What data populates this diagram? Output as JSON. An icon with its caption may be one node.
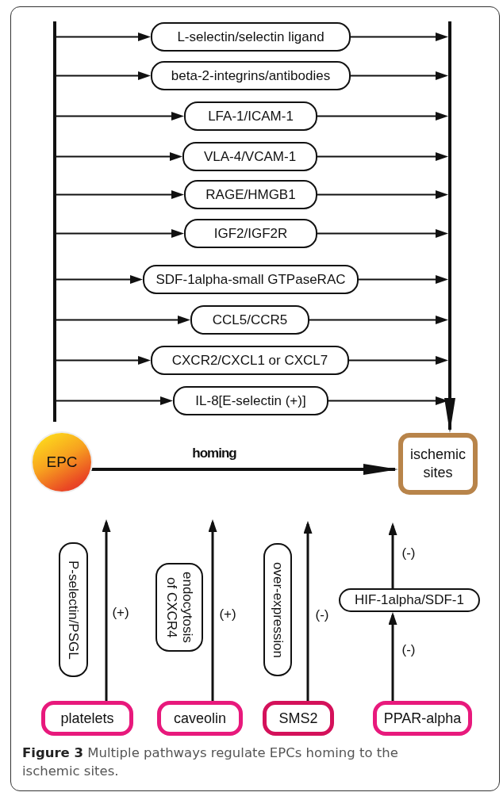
{
  "diagram": {
    "caption": "**Figure 3** Multiple pathways regulate EPCs homing to the ischemic sites.",
    "nodes": [
      {
        "text": [],
        "shape": "bar"
      },
      {
        "text": [
          "L-selectin/selectin ligand"
        ]
      },
      {
        "text": [
          "beta-2-integrins/antibodies"
        ]
      },
      {
        "text": [
          "LFA-1/ICAM-1"
        ]
      },
      {
        "text": [
          "VLA-4/VCAM-1"
        ]
      },
      {
        "text": [
          "RAGE/HMGB1"
        ]
      },
      {
        "text": [
          "IGF2/IGF2R"
        ]
      },
      {
        "text": [
          "SDF-1alpha-small GTPaseRAC"
        ]
      },
      {
        "text": [
          "CCL5/CCR5"
        ]
      },
      {
        "text": [
          "CXCR2/CXCL1 or CXCL7"
        ]
      },
      {
        "text": [
          "IL-8[E-selectin (+)]"
        ]
      },
      {
        "text": [],
        "shape": "bar"
      },
      {
        "text": [
          "EPC"
        ]
      },
      {
        "text": [
          "ischemic sites"
        ]
      },
      {
        "text": [
          "P-selectin/PSGL"
        ]
      },
      {
        "text": [
          "endocytosis of CXCR4"
        ]
      },
      {
        "text": [
          "over-expression"
        ]
      },
      {
        "text": [
          "HIF-1alpha/SDF-1"
        ]
      },
      {
        "text": [
          "platelets"
        ]
      },
      {
        "text": [
          "caveolin"
        ]
      },
      {
        "text": [
          "SMS2"
        ]
      },
      {
        "text": [
          "PPAR-alpha"
        ]
      }
    ],
    "edges": [
      {
        "from": 0,
        "to": 1,
        "arrow": "to"
      },
      {
        "from": 0,
        "to": 2,
        "arrow": "to"
      },
      {
        "from": 0,
        "to": 3,
        "arrow": "to"
      },
      {
        "from": 0,
        "to": 4,
        "arrow": "to"
      },
      {
        "from": 0,
        "to": 5,
        "arrow": "to"
      },
      {
        "from": 0,
        "to": 6,
        "arrow": "to"
      },
      {
        "from": 0,
        "to": 7,
        "arrow": "to"
      },
      {
        "from": 0,
        "to": 8,
        "arrow": "to"
      },
      {
        "from": 0,
        "to": 9,
        "arrow": "to"
      },
      {
        "from": 0,
        "to": 10,
        "arrow": "to"
      },
      {
        "from": 1,
        "to": 11,
        "arrow": "to"
      },
      {
        "from": 2,
        "to": 11,
        "arrow": "to"
      },
      {
        "from": 3,
        "to": 11,
        "arrow": "to"
      },
      {
        "from": 4,
        "to": 11,
        "arrow": "to"
      },
      {
        "from": 5,
        "to": 11,
        "arrow": "to"
      },
      {
        "from": 6,
        "to": 11,
        "arrow": "to"
      },
      {
        "from": 7,
        "to": 11,
        "arrow": "to"
      },
      {
        "from": 8,
        "to": 11,
        "arrow": "to"
      },
      {
        "from": 9,
        "to": 11,
        "arrow": "to"
      },
      {
        "from": 10,
        "to": 11,
        "arrow": "to"
      },
      {
        "from": 11,
        "to": 13,
        "arrow": "to",
        "style": "thick"
      },
      {
        "from": 12,
        "to": 13,
        "arrow": "to",
        "label": "homing",
        "style": "thick"
      },
      {
        "from": 18,
        "to": null,
        "arrow": "to",
        "label": "(+)"
      },
      {
        "from": 19,
        "to": null,
        "arrow": "to",
        "label": "(+)"
      },
      {
        "from": 20,
        "to": null,
        "arrow": "to",
        "label": "(-)"
      },
      {
        "from": 21,
        "to": 17,
        "arrow": "to",
        "label": "(-)"
      },
      {
        "from": 17,
        "to": null,
        "arrow": "to",
        "label": "(-)"
      }
    ]
  }
}
